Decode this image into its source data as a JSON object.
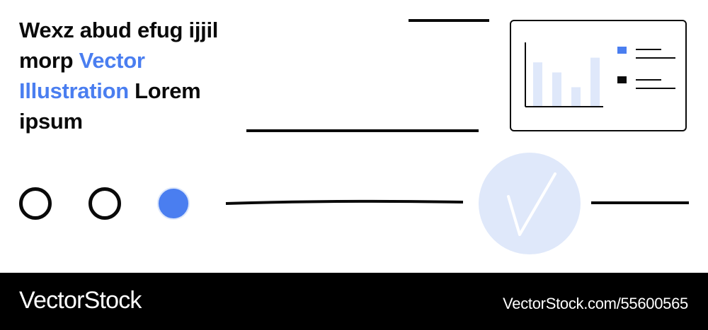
{
  "headline": {
    "part1": "Wexz abud efug ijjil morp ",
    "accent": "Vector Illustration",
    "part2": " Lorem ipsum"
  },
  "colors": {
    "accent": "#4a7ef0",
    "accent_light": "#dfe8fa",
    "ink": "#0a0a0a",
    "footer_bg": "#000000"
  },
  "mini_chart": {
    "type": "bar",
    "values": [
      65,
      50,
      28,
      72
    ],
    "max": 100,
    "legend_markers": [
      "#4a7ef0",
      "#0a0a0a"
    ]
  },
  "step_dots": [
    {
      "state": "outline"
    },
    {
      "state": "outline"
    },
    {
      "state": "filled"
    }
  ],
  "icons": {
    "check": "checkmark-icon"
  },
  "footer": {
    "brand": "VectorStock",
    "url": "VectorStock.com/55600565"
  }
}
